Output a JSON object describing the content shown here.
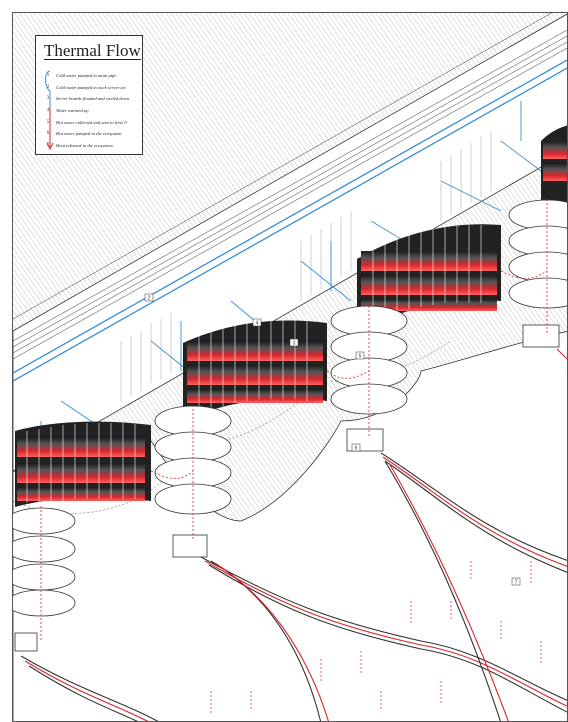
{
  "legend": {
    "title": "Thermal Flow",
    "items": [
      {
        "num": "1",
        "text": "Cold water pumped to main pipe"
      },
      {
        "num": "2",
        "text": "Cold water pumped to each server set"
      },
      {
        "num": "3",
        "text": "Server boards flooded and cooled down"
      },
      {
        "num": "4",
        "text": "Water warmed up"
      },
      {
        "num": "5",
        "text": "Hot water collected and sent to level 0"
      },
      {
        "num": "6",
        "text": "Hot water pumped in the ecosystem"
      },
      {
        "num": "7",
        "text": "Heat released in the ecosystem"
      }
    ]
  },
  "tags": [
    {
      "id": "tag-2",
      "text": "2"
    },
    {
      "id": "tag-3",
      "text": "3"
    },
    {
      "id": "tag-4",
      "text": "4"
    },
    {
      "id": "tag-5",
      "text": "5"
    },
    {
      "id": "tag-6",
      "text": "6"
    },
    {
      "id": "tag-7",
      "text": "7"
    }
  ],
  "colors": {
    "cold": "#3a8fd6",
    "hot": "#d8262c",
    "ink": "#222222",
    "server_dark": "#1a1a1a"
  }
}
